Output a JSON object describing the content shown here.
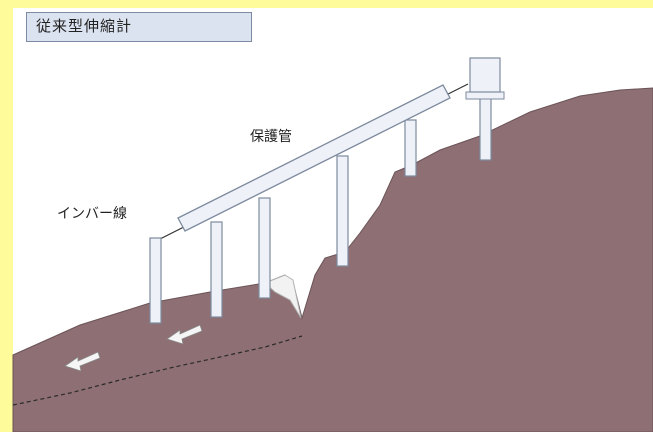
{
  "title": "従来型伸縮計",
  "labels": {
    "protective_pipe": "保護管",
    "invar_wire": "インバー線"
  },
  "colors": {
    "background": "#fdfb9a",
    "ground": "#8e6f73",
    "title_box": "#dce3f0",
    "pipe": "#eef2f8"
  }
}
